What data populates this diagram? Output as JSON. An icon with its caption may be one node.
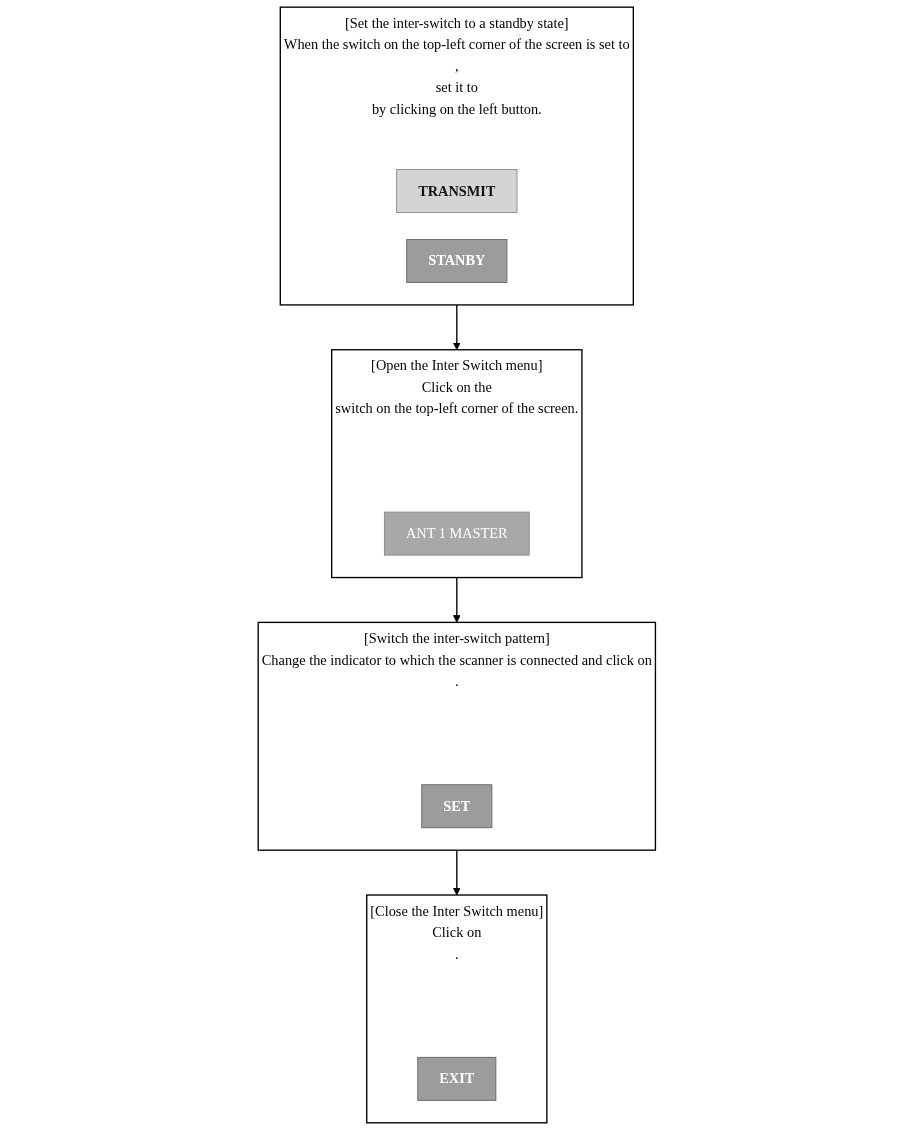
{
  "diagram": {
    "nodes": [
      {
        "text": [
          "[Set the inter-switch to a standby state]",
          "When the switch on the top-left corner of the screen is set to",
          ",",
          "set it to",
          "by clicking on the left button."
        ]
      },
      {
        "text": [
          "TRANSMIT"
        ],
        "in": 0
      },
      {
        "text": [
          "STANBY"
        ],
        "in": 0
      },
      {
        "text": [
          "[Open the Inter Switch menu]",
          "Click on the",
          "switch on the top-left corner of the screen."
        ]
      },
      {
        "text": [
          "ANT 1 MASTER"
        ],
        "in": 3
      },
      {
        "text": [
          "[Switch the inter-switch pattern]",
          "Change the indicator to which the scanner is connected and click on",
          "."
        ]
      },
      {
        "text": [
          "SET"
        ],
        "in": 5
      },
      {
        "text": [
          "[Close the Inter Switch menu]",
          "Click on",
          "."
        ]
      },
      {
        "text": [
          "EXIT"
        ],
        "in": 7
      }
    ],
    "edges": [
      {
        "from": 0,
        "to": 3,
        "arrow": "to"
      },
      {
        "from": 3,
        "to": 5,
        "arrow": "to"
      },
      {
        "from": 5,
        "to": 7,
        "arrow": "to"
      }
    ]
  }
}
